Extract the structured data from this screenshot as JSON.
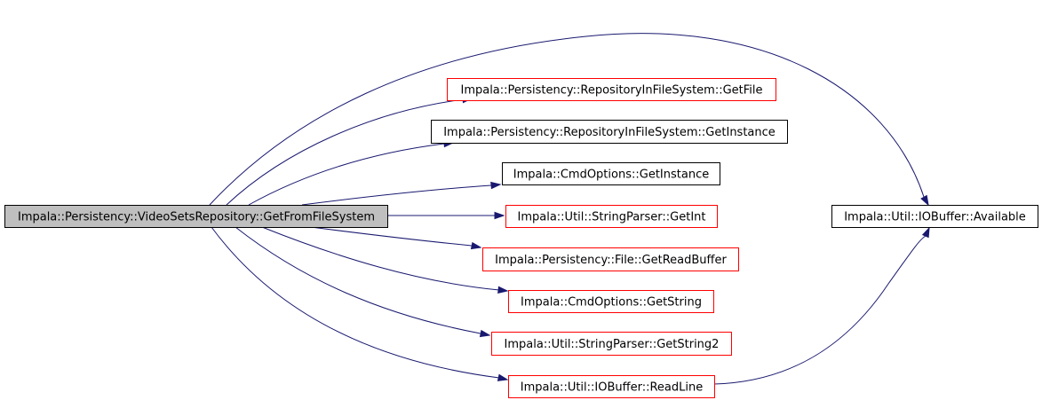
{
  "colors": {
    "edge": "#191970",
    "root_fill": "#bfbfbf",
    "root_border": "#000000",
    "linked_border": "#ff0000",
    "plain_border": "#000000",
    "node_fill": "#ffffff",
    "text": "#000000"
  },
  "nodes": [
    {
      "id": "root",
      "label": "Impala::Persistency::VideoSetsRepository::GetFromFileSystem",
      "style": "root"
    },
    {
      "id": "getfile",
      "label": "Impala::Persistency::RepositoryInFileSystem::GetFile",
      "style": "linked"
    },
    {
      "id": "getinstance_repo",
      "label": "Impala::Persistency::RepositoryInFileSystem::GetInstance",
      "style": "plain"
    },
    {
      "id": "cmd_getinstance",
      "label": "Impala::CmdOptions::GetInstance",
      "style": "plain"
    },
    {
      "id": "getint",
      "label": "Impala::Util::StringParser::GetInt",
      "style": "linked"
    },
    {
      "id": "getreadbuffer",
      "label": "Impala::Persistency::File::GetReadBuffer",
      "style": "linked"
    },
    {
      "id": "getstring",
      "label": "Impala::CmdOptions::GetString",
      "style": "linked"
    },
    {
      "id": "getstring2",
      "label": "Impala::Util::StringParser::GetString2",
      "style": "linked"
    },
    {
      "id": "readline",
      "label": "Impala::Util::IOBuffer::ReadLine",
      "style": "linked"
    },
    {
      "id": "available",
      "label": "Impala::Util::IOBuffer::Available",
      "style": "plain"
    }
  ],
  "edges": [
    {
      "from": "root",
      "to": "available"
    },
    {
      "from": "root",
      "to": "getfile"
    },
    {
      "from": "root",
      "to": "getinstance_repo"
    },
    {
      "from": "root",
      "to": "cmd_getinstance"
    },
    {
      "from": "root",
      "to": "getint"
    },
    {
      "from": "root",
      "to": "getreadbuffer"
    },
    {
      "from": "root",
      "to": "getstring"
    },
    {
      "from": "root",
      "to": "getstring2"
    },
    {
      "from": "root",
      "to": "readline"
    },
    {
      "from": "readline",
      "to": "available"
    }
  ]
}
